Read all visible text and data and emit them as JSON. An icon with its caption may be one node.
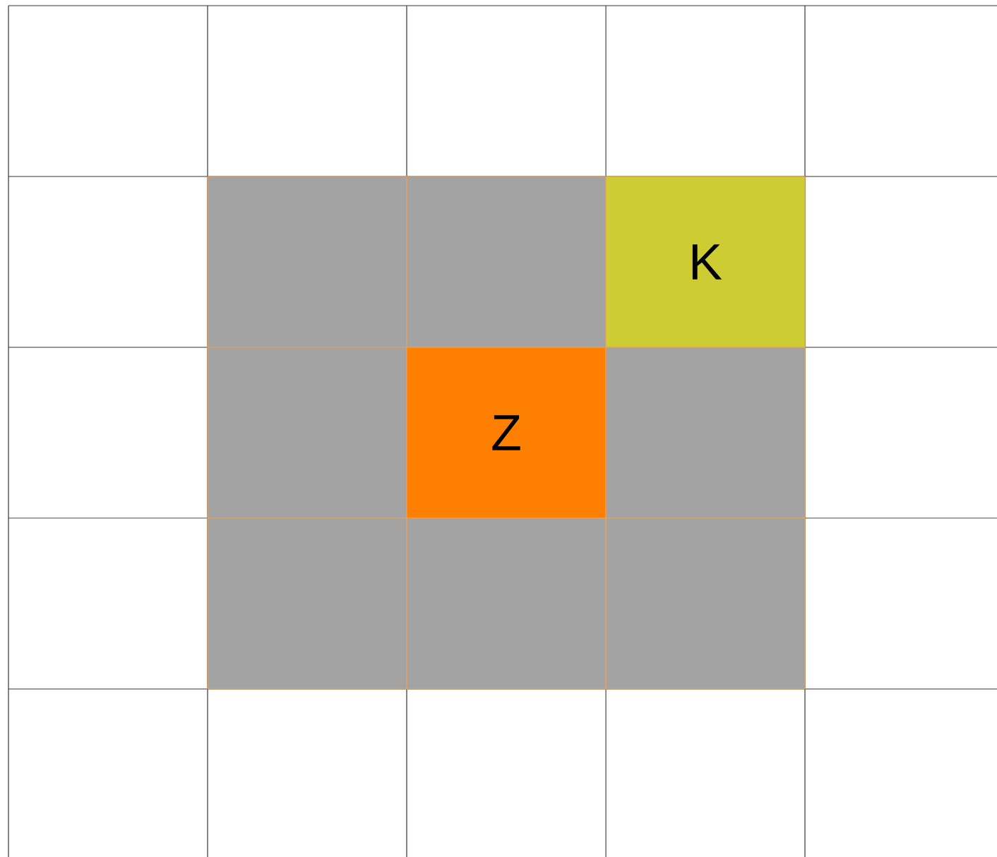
{
  "diagram": {
    "nodes": [
      {
        "text": [],
        "shape": "box"
      },
      {
        "text": [],
        "shape": "box"
      },
      {
        "text": [
          "K"
        ]
      },
      {
        "text": [],
        "shape": "box"
      },
      {
        "text": [
          "Z"
        ]
      },
      {
        "text": [],
        "shape": "box"
      },
      {
        "text": [],
        "shape": "box"
      },
      {
        "text": [],
        "shape": "box"
      },
      {
        "text": [],
        "shape": "box"
      }
    ]
  }
}
